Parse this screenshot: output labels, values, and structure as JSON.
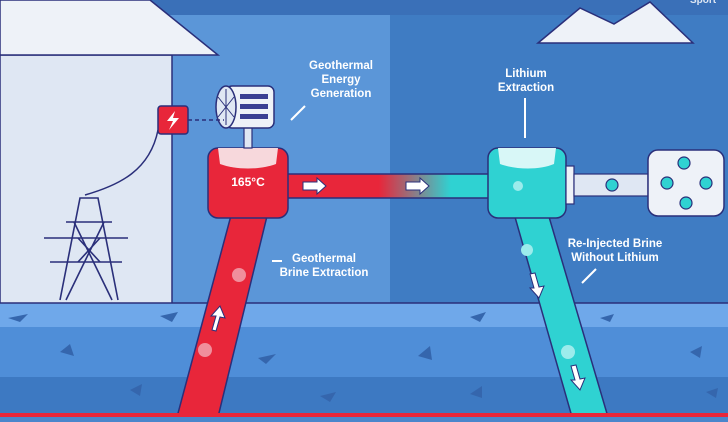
{
  "labels": {
    "geothermal_line1": "Geothermal",
    "geothermal_line2": "Energy",
    "geothermal_line3": "Generation",
    "lithium_line1": "Lithium",
    "lithium_line2": "Extraction",
    "temperature": "165°C",
    "brine_line1": "Geothermal",
    "brine_line2": "Brine Extraction",
    "reinjected_line1": "Re-Injected Brine",
    "reinjected_line2": "Without Lithium",
    "watermark": "Sport"
  },
  "colors": {
    "sky_left": "#5b96d8",
    "sky_right": "#3f7cc3",
    "ground_light": "#6fa8ea",
    "ground_dark": "#3d79c2",
    "hot_brine": "#e8263a",
    "cool_brine": "#2fd2d2",
    "outline": "#2a2f7a",
    "building": "#dfe7f3"
  },
  "icons": [
    "power-plant-icon",
    "turbine-icon",
    "electric-box-icon",
    "pylon-icon",
    "mountain-icon",
    "arrow-icon",
    "lithium-cell-icon"
  ]
}
